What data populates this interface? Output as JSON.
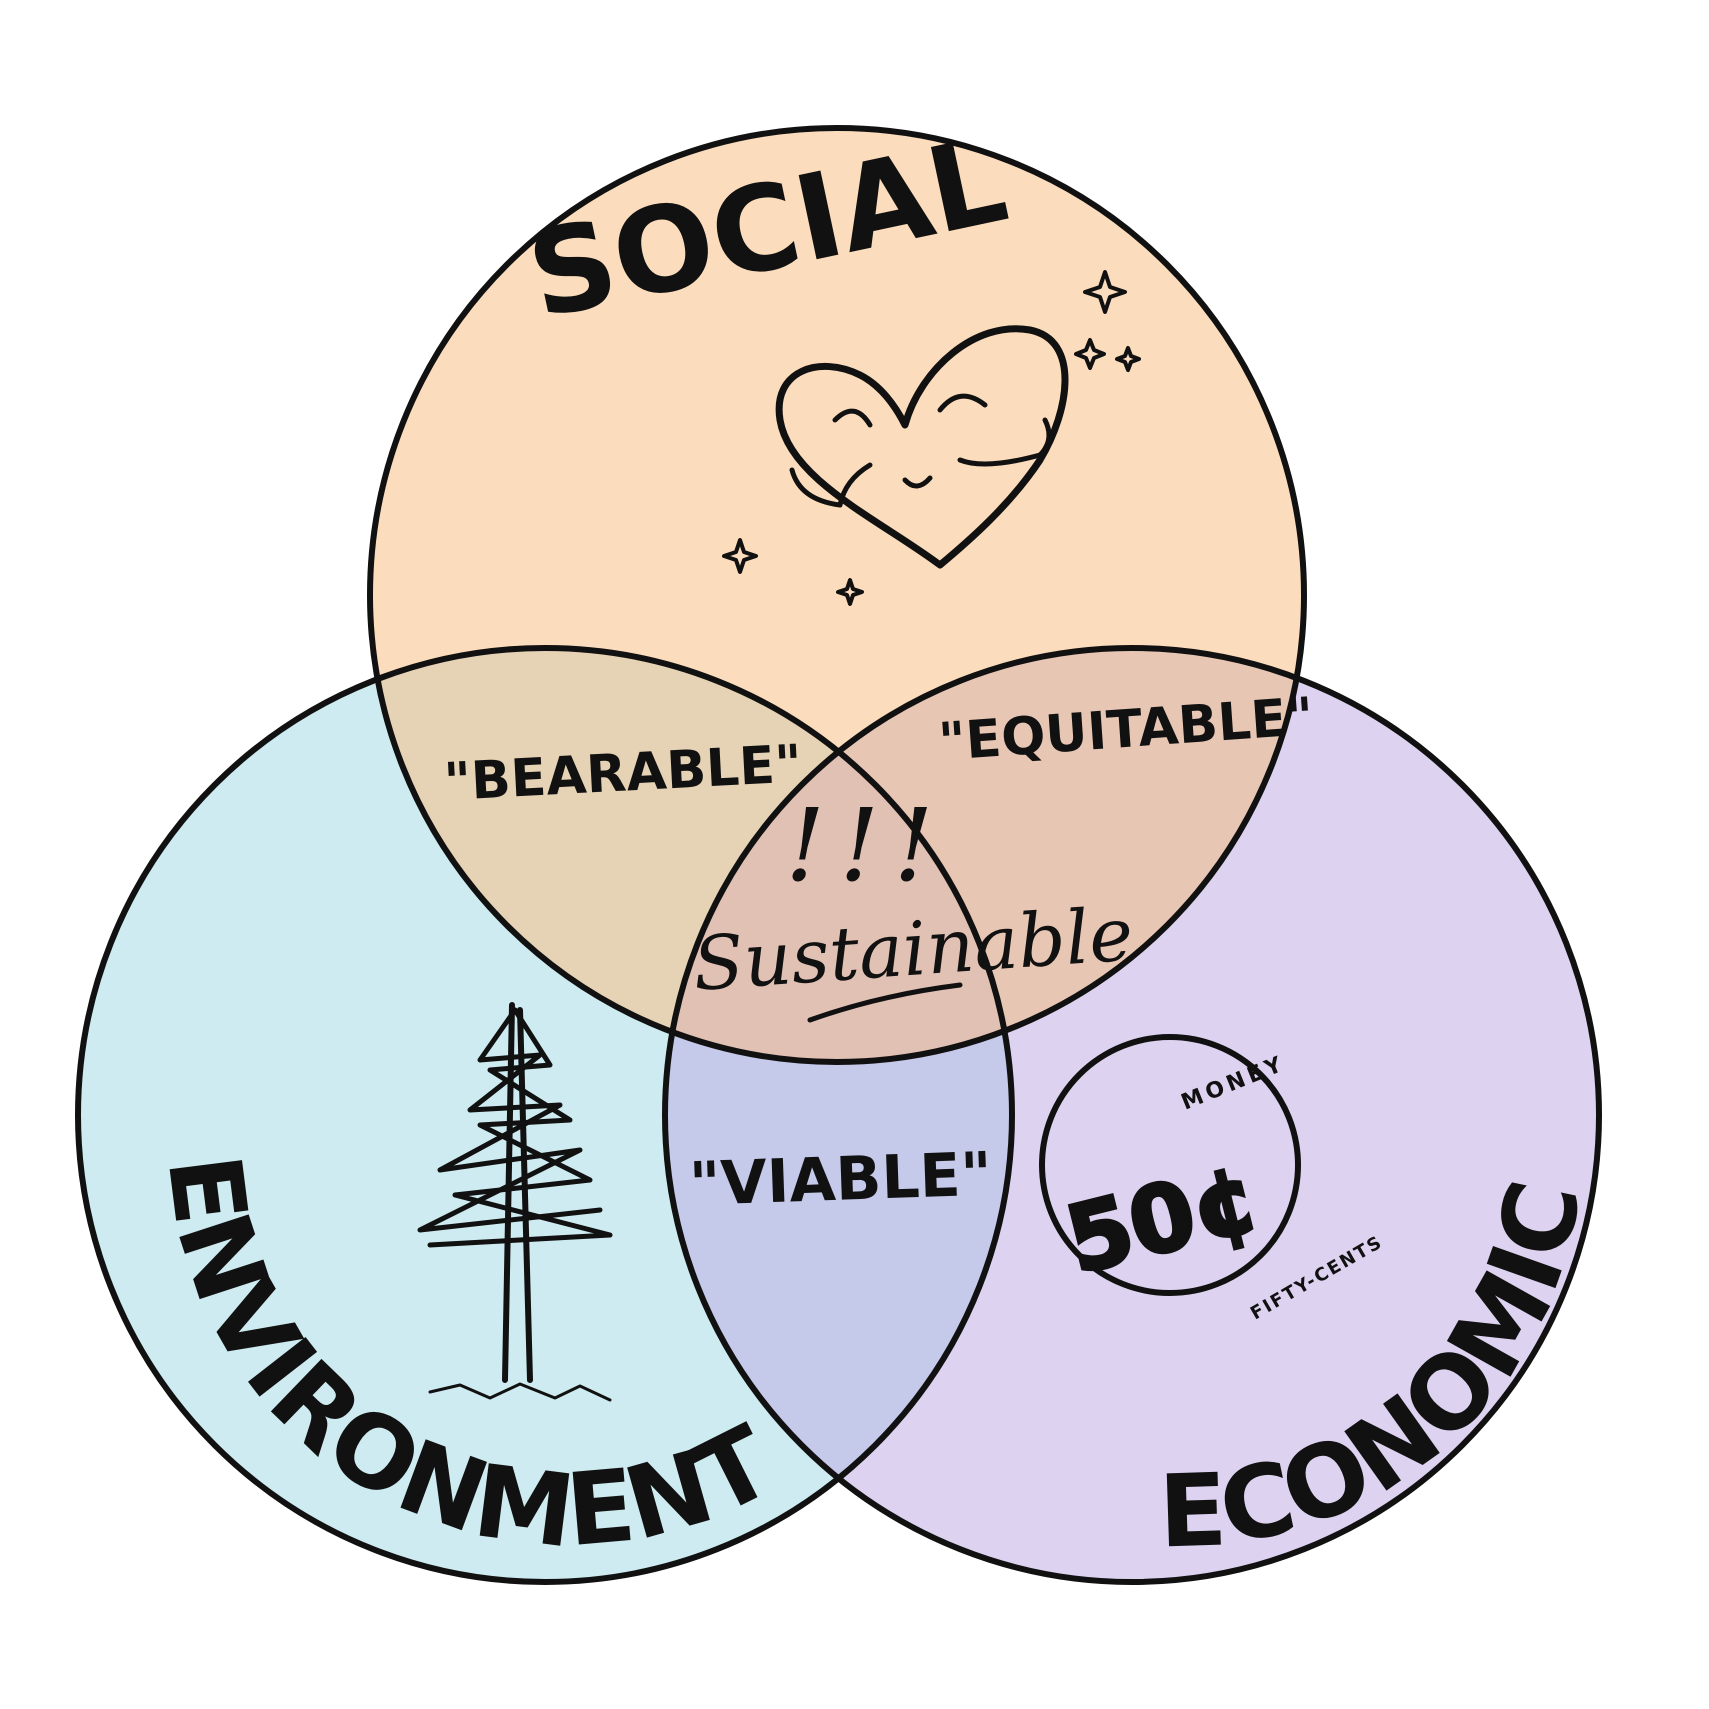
{
  "circles": {
    "social": {
      "label": "SOCIAL",
      "color": "#fbdcbd"
    },
    "environment": {
      "label": "ENVIRONMENT",
      "color": "#cdebf0"
    },
    "economic": {
      "label": "ECONOMIC",
      "color": "#ddd3f1"
    }
  },
  "overlaps": {
    "social_environment": {
      "label": "\"BEARABLE\"",
      "color": "#e6d2b4"
    },
    "social_economic": {
      "label": "\"EQUITABLE\"",
      "color": "#e8c6b4"
    },
    "environment_economic": {
      "label": "\"VIABLE\"",
      "color": "#c5c9ea"
    },
    "center": {
      "label": "Sustainable",
      "color": "#e1c1b4",
      "exclamations": "!!!"
    }
  },
  "coin": {
    "top_text": "MONEY",
    "value": "50¢",
    "bottom_text": "FIFTY-CENTS"
  },
  "icons": [
    "heart-hug-icon",
    "sparkle-icon",
    "pine-tree-icon",
    "coin-icon"
  ],
  "outline_color": "#111111"
}
